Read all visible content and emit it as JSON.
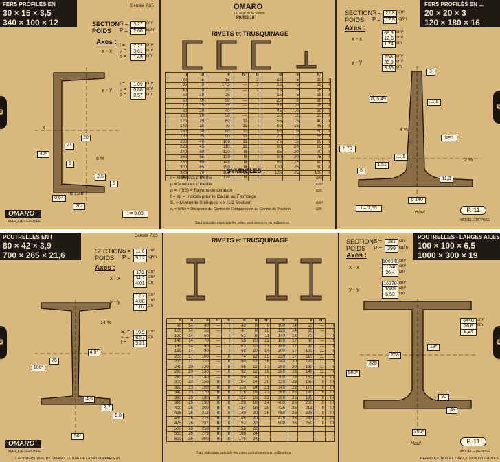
{
  "top_card": {
    "left": {
      "title": "FERS PROFILÉS EN",
      "size1": "30 × 15 × 3,5",
      "size2": "340 × 100 × 12",
      "density": "Densité 7,85",
      "section_label": "SECTION",
      "section_sym": "S =",
      "section_val": "3,27",
      "section_unit": "cm²",
      "poids_label": "POIDS",
      "poids_sym": "P =",
      "poids_val": "2,60",
      "poids_unit": "kg/m",
      "axes_label": "Axes :",
      "xx_label": "x - x",
      "xx_vals": [
        "7,22",
        "3,61",
        "1,49"
      ],
      "xx_syms": [
        "I =",
        "μ =",
        "ρ ="
      ],
      "xx_units": [
        "cm⁴",
        "cm³",
        "cm"
      ],
      "yy_label": "y - y",
      "yy_vals": [
        "1,09",
        "0,80",
        "0,57"
      ],
      "yy_syms": [
        "I =",
        "μ =",
        "ρ ="
      ],
      "yy_units": [
        "cm⁴",
        "cm³",
        "cm"
      ],
      "dims": {
        "d1": "40*",
        "d2": "4*",
        "d3": "5",
        "d4": "8 %",
        "d5": "2,5",
        "d6": "20",
        "d7": "0,64",
        "d8": "d 1,36",
        "d9": "5",
        "d10": "20*",
        "f": "f = 9,83"
      },
      "brand": "OMARO",
      "brand_sub": "MARQUE DEPOSÉE",
      "knob": "①",
      "ax_x": "x",
      "ax_y": "y"
    },
    "center": {
      "brand": "OMARO",
      "address": "13, Rue de la Nation",
      "city": "PARIS 18",
      "rivets_title": "RIVETS et TRUSQUINAGE",
      "headers": [
        "h",
        "d",
        "e",
        "N°",
        "h",
        "d",
        "e",
        "N°"
      ],
      "rows": [
        [
          "30",
          "5",
          "15",
          "—",
          "1",
          "15",
          "5",
          "10",
          "I"
        ],
        [
          "35",
          "6",
          "17,5",
          "—",
          "1",
          "15",
          "5",
          "12",
          "I"
        ],
        [
          "40",
          "8",
          "20",
          "—",
          "1",
          "15",
          "5",
          "15",
          "I"
        ],
        [
          "50",
          "10",
          "25",
          "—",
          "I",
          "15",
          "5",
          "18",
          "I"
        ],
        [
          "60",
          "10",
          "30",
          "—",
          "I",
          "25",
          "8",
          "20",
          "I"
        ],
        [
          "70",
          "15",
          "35",
          "—",
          "I",
          "35",
          "10",
          "25",
          "I"
        ],
        [
          "80",
          "20",
          "40",
          "—",
          "I",
          "45",
          "10",
          "30",
          "I"
        ],
        [
          "100",
          "20",
          "50",
          "—",
          "I",
          "50",
          "12",
          "35",
          "I"
        ],
        [
          "120",
          "20",
          "60",
          "11",
          "I",
          "55",
          "15",
          "40",
          "I"
        ],
        [
          "140",
          "25",
          "70",
          "11",
          "I",
          "60",
          "15",
          "45",
          "I"
        ],
        [
          "160",
          "30",
          "80",
          "11",
          "I",
          "65",
          "15",
          "50",
          "I"
        ],
        [
          "180",
          "35",
          "90",
          "11",
          "I",
          "70",
          "15",
          "55",
          "I"
        ],
        [
          "200",
          "40",
          "100",
          "11",
          "I",
          "75",
          "15",
          "60",
          "I"
        ],
        [
          "220",
          "45",
          "110",
          "11",
          "I",
          "80",
          "20",
          "65",
          "I"
        ],
        [
          "240",
          "50",
          "120",
          "III",
          "I",
          "85",
          "20",
          "70",
          "I"
        ],
        [
          "260",
          "55",
          "130",
          "III",
          "I",
          "90",
          "20",
          "75",
          "I"
        ],
        [
          "280",
          "60",
          "140",
          "III",
          "I",
          "95",
          "25",
          "80",
          "I"
        ],
        [
          "300",
          "65",
          "150",
          "III",
          "I",
          "100",
          "25",
          "90",
          "I"
        ],
        [
          "320",
          "70",
          "160",
          "III",
          "I",
          "105",
          "25",
          "100",
          "I"
        ],
        [
          "340",
          "75",
          "170",
          "III",
          "I",
          "",
          "",
          "",
          ""
        ]
      ],
      "symbols_title": "SYMBOLES :",
      "symbols": [
        "I = Moments d'Inertie",
        "μ = Modules d'Inertie",
        "ρ = √(I/S) = Rayons de Giration",
        "f = l/ρ = Indices pour le Calcul au Flambage",
        "Sₓ = Moments Statiques x-x (1/2 Section)",
        "sₓ = Ix/Sx = Distances du Centre de Compression au Centre de Traction"
      ],
      "symbol_units": [
        "cm⁴",
        "cm³",
        "cm",
        "",
        "cm³",
        "cm"
      ],
      "footnote": "Sauf indication spéciale les cotes sont données en millimètres"
    },
    "right": {
      "title": "FERS PROFILÉS EN ⊥",
      "size1": "20 × 20 × 3",
      "size2": "120 × 180 × 16",
      "section_label": "SECTION",
      "section_sym": "S =",
      "section_val": "22,8",
      "section_unit": "cm²",
      "poids_label": "POIDS",
      "poids_sym": "P =",
      "poids_val": "17,9",
      "poids_unit": "kg/m",
      "axes_label": "Axes :",
      "xx_label": "x - x",
      "xx_vals": [
        "68,9",
        "12,6",
        "1,74"
      ],
      "xx_units": [
        "cm⁴",
        "cm³",
        "cm"
      ],
      "yy_label": "y - y",
      "yy_vals": [
        "258",
        "36,9",
        "3,36"
      ],
      "yy_units": [
        "cm⁴",
        "cm³",
        "cm"
      ],
      "dims": {
        "d1": "3",
        "d2": "d₁ 5,49",
        "d3": "11,5",
        "d4": "4 %",
        "d5": "b=h",
        "d6": "h 70",
        "d7": "11,5",
        "d8": "1,51",
        "d9": "6",
        "d10": "2 %",
        "d11": "11,3",
        "d12": "b 140",
        "f": "f = 7,55"
      },
      "tag": "P. 11",
      "tag_sub": "MODÈLE DÉPOSÉ",
      "signature": "Haut",
      "knob": "①"
    }
  },
  "bottom_card": {
    "left": {
      "title": "POUTRELLES EN I",
      "size1": "80 × 42 × 3,9",
      "size2": "700 × 265 × 21,6",
      "density": "Densité 7,85",
      "section_label": "SECTION",
      "section_sym": "S =",
      "section_val": "11,6",
      "section_unit": "cm²",
      "poids_label": "POIDS",
      "poids_sym": "P =",
      "poids_val": "9,12",
      "poids_unit": "kg/m",
      "axes_label": "Axes :",
      "xx_label": "x - x",
      "xx_vals": [
        "171",
        "34,2",
        "4,01"
      ],
      "xx_units": [
        "cm⁴",
        "cm³",
        "cm"
      ],
      "yy_label": "y - y",
      "yy_vals": [
        "12,2",
        "4,88",
        "1,07"
      ],
      "yy_units": [
        "cm⁴",
        "cm³",
        "cm"
      ],
      "sx_vals": [
        "19,9",
        "8,57",
        "9,21"
      ],
      "sx_syms": [
        "Sₓ =",
        "sₓ =",
        "f ="
      ],
      "sx_units": [
        "cm³",
        "cm",
        ""
      ],
      "dims": {
        "d1": "14 %",
        "d2": "100*",
        "d3": "75",
        "d4": "4,5*",
        "d5": "4,5",
        "d6": "2,7",
        "d7": "6,8",
        "d8": "50*"
      },
      "brand": "OMARO",
      "brand_sub": "MARQUE DEPOSÉE",
      "copyright": "COPYRIGHT 1936, BY OMARO, 13, RUE DE LA NATION  PARIS 18",
      "knob": "②"
    },
    "center": {
      "rivets_title": "RIVETS et TRUSQUINAGE",
      "headers": [
        "h",
        "d",
        "e",
        "N°",
        "h",
        "d",
        "e",
        "N°",
        "h",
        "d",
        "e",
        "N°"
      ],
      "rows": [
        [
          "80",
          "14",
          "40",
          "—",
          "I",
          "42",
          "8",
          "9",
          "100",
          "14",
          "50",
          "—",
          "I"
        ],
        [
          "100",
          "14",
          "50",
          "—",
          "I",
          "47",
          "8",
          "10",
          "120",
          "14",
          "60",
          "—",
          "I"
        ],
        [
          "120",
          "14",
          "60",
          "—",
          "I",
          "51",
          "8",
          "11",
          "140",
          "14",
          "70",
          "—",
          "I"
        ],
        [
          "140",
          "14",
          "70",
          "—",
          "I",
          "58",
          "10",
          "12",
          "160",
          "17",
          "80",
          "—",
          "II"
        ],
        [
          "160",
          "14",
          "80",
          "—",
          "I",
          "62",
          "10",
          "13",
          "180",
          "17",
          "90",
          "—",
          "II"
        ],
        [
          "180",
          "14",
          "90",
          "—",
          "I",
          "68",
          "10",
          "14",
          "200",
          "17",
          "100",
          "11",
          "II"
        ],
        [
          "200",
          "17",
          "100",
          "—",
          "II",
          "74",
          "12",
          "15",
          "220",
          "17",
          "110",
          "11",
          "II"
        ],
        [
          "220",
          "17",
          "110",
          "—",
          "II",
          "80",
          "12",
          "16",
          "240",
          "20",
          "120",
          "11",
          "II"
        ],
        [
          "240",
          "20",
          "120",
          "—",
          "II",
          "86",
          "12",
          "17",
          "260",
          "20",
          "130",
          "11",
          "II"
        ],
        [
          "260",
          "20",
          "130",
          "—",
          "II",
          "92",
          "12",
          "18",
          "280",
          "23",
          "140",
          "11",
          "II"
        ],
        [
          "280",
          "23",
          "140",
          "—",
          "II",
          "98",
          "14",
          "19",
          "300",
          "23",
          "150",
          "III",
          "III"
        ],
        [
          "300",
          "23",
          "150",
          "III",
          "II",
          "104",
          "14",
          "20",
          "320",
          "23",
          "160",
          "III",
          "III"
        ],
        [
          "320",
          "23",
          "160",
          "III",
          "II",
          "110",
          "14",
          "21",
          "340",
          "23",
          "170",
          "III",
          "III"
        ],
        [
          "340",
          "23",
          "170",
          "III",
          "II",
          "116",
          "16",
          "22",
          "360",
          "26",
          "180",
          "III",
          "III"
        ],
        [
          "360",
          "26",
          "180",
          "III",
          "II",
          "122",
          "16",
          "23",
          "380",
          "26",
          "190",
          "III",
          "III"
        ],
        [
          "380",
          "26",
          "190",
          "III",
          "II",
          "128",
          "18",
          "24",
          "400",
          "26",
          "200",
          "III",
          "III"
        ],
        [
          "400",
          "26",
          "200",
          "III",
          "II",
          "134",
          "18",
          "25",
          "425",
          "26",
          "212",
          "III",
          "III"
        ],
        [
          "425",
          "26",
          "212",
          "III",
          "II",
          "140",
          "20",
          "26",
          "450",
          "26",
          "225",
          "III",
          "III"
        ],
        [
          "450",
          "26",
          "225",
          "III",
          "II",
          "146",
          "20",
          "",
          "475",
          "26",
          "237",
          "III",
          "III"
        ],
        [
          "475",
          "26",
          "237",
          "III",
          "II",
          "152",
          "22",
          "",
          "500",
          "26",
          "250",
          "III",
          "III"
        ],
        [
          "500",
          "26",
          "250",
          "III",
          "II",
          "158",
          "22",
          "",
          "",
          "",
          "",
          "",
          ""
        ],
        [
          "550",
          "26",
          "275",
          "III",
          "III",
          "168",
          "24",
          "",
          "",
          "",
          "",
          "",
          ""
        ],
        [
          "600",
          "26",
          "300",
          "III",
          "III",
          "178",
          "24",
          "",
          "",
          "",
          "",
          "",
          ""
        ]
      ],
      "footnote": "Sauf indication spéciale les cotes sont données en millimètres"
    },
    "right": {
      "title": "POUTRELLES - LARGES AILES",
      "size1": "100 × 100 × 6,5",
      "size2": "1000 × 300 × 19",
      "section_label": "SECTION",
      "section_sym": "S =",
      "section_val": "381",
      "section_unit": "cm²",
      "poids_label": "POIDS",
      "poids_sym": "P =",
      "poids_val": "299",
      "poids_unit": "kg/m",
      "axes_label": "Axes :",
      "xx_label": "x - x",
      "xx_vals": [
        "500040",
        "11240",
        "36,4"
      ],
      "xx_units": [
        "cm⁴",
        "cm³",
        "cm"
      ],
      "yy_label": "y - y",
      "yy_vals": [
        "16270",
        "1085",
        "6,53"
      ],
      "yy_units": [
        "cm⁴",
        "cm³",
        "cm"
      ],
      "sx_vals": [
        "6440",
        "76,6",
        "8,94"
      ],
      "sx_units": [
        "cm³",
        "cm",
        ""
      ],
      "dims": {
        "d1": "19*",
        "d2": "768",
        "d3": "828",
        "d4": "900*",
        "d5": "30",
        "d6": "36",
        "d7": "300*"
      },
      "tag": "P. 11",
      "tag_sub": "MODÈLE DÉPOSÉ",
      "reproduction": "REPRODUCTION ET TRADUCTION INTERDITES",
      "signature": "Haut",
      "knob": "②"
    }
  }
}
